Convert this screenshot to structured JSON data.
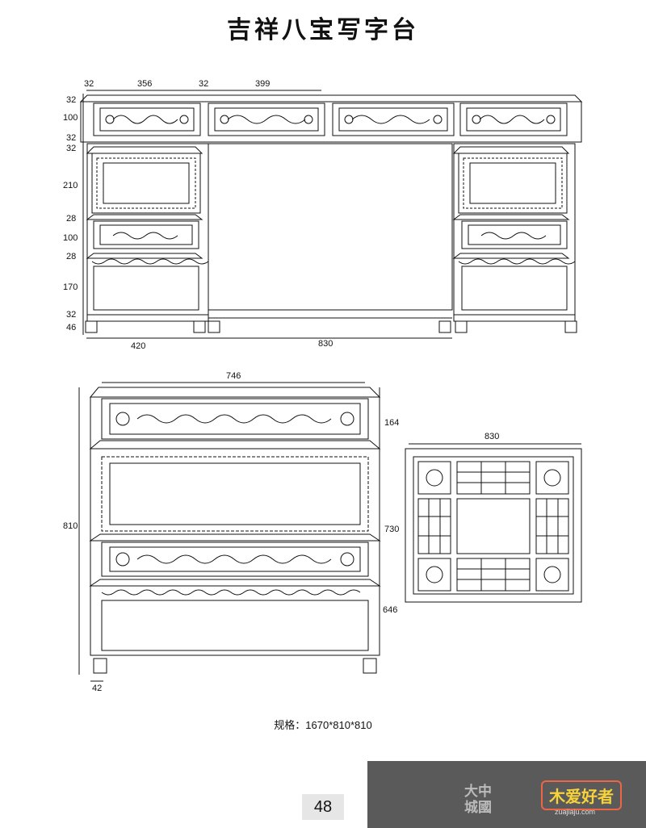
{
  "page": {
    "title": "吉祥八宝写字台",
    "spec": "规格：1670*810*810",
    "page_number": "48"
  },
  "front_view": {
    "top_dims": [
      "32",
      "356",
      "32",
      "399"
    ],
    "left_dims": [
      "32",
      "100",
      "32",
      "32",
      "210",
      "28",
      "100",
      "28",
      "170",
      "32",
      "46"
    ],
    "bottom_dims": [
      "420",
      "830"
    ]
  },
  "side_view": {
    "width_dim": "746",
    "height_dim": "810",
    "right_dims": [
      "164",
      "646"
    ],
    "foot_dim": "42"
  },
  "top_view": {
    "width_dim": "830",
    "depth_dim": "730"
  },
  "watermark": {
    "left_text_1": "大中",
    "left_text_2": "城國",
    "logo_text": "木爱好者",
    "url": "zuajiaju.com"
  }
}
